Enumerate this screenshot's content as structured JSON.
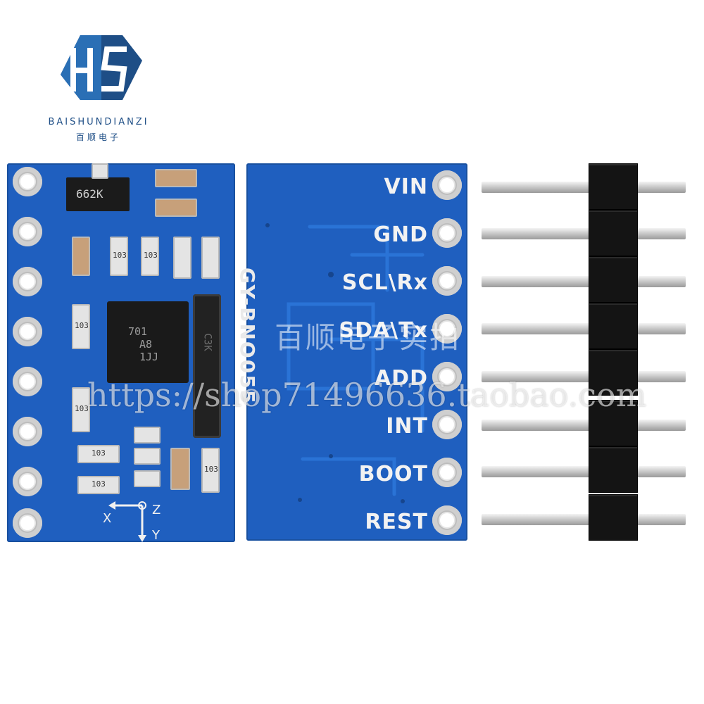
{
  "brand": {
    "name_en": "BAISHUNDIANZI",
    "name_cn": "百顺电子"
  },
  "board": {
    "model": "GY-BNO055",
    "chip_marking": [
      "701",
      "A8",
      "1JJ"
    ],
    "regulator_marking": "662K",
    "resistor_marking": "103",
    "crystal_marking": "C3K",
    "axis_labels": {
      "x": "X",
      "z": "Z",
      "y": "Y"
    },
    "pins": [
      {
        "label": "VIN"
      },
      {
        "label": "GND"
      },
      {
        "label": "SCL\\Rx"
      },
      {
        "label": "SDA\\Tx"
      },
      {
        "label": "ADD"
      },
      {
        "label": "INT"
      },
      {
        "label": "BOOT"
      },
      {
        "label": "REST"
      }
    ]
  },
  "watermark": {
    "shop_cn": "百顺电子实拍",
    "url": "https://shop71496636.taobao.com"
  },
  "colors": {
    "pcb": "#1f5fbf",
    "logo": "#1e4e86",
    "header": "#141414"
  }
}
